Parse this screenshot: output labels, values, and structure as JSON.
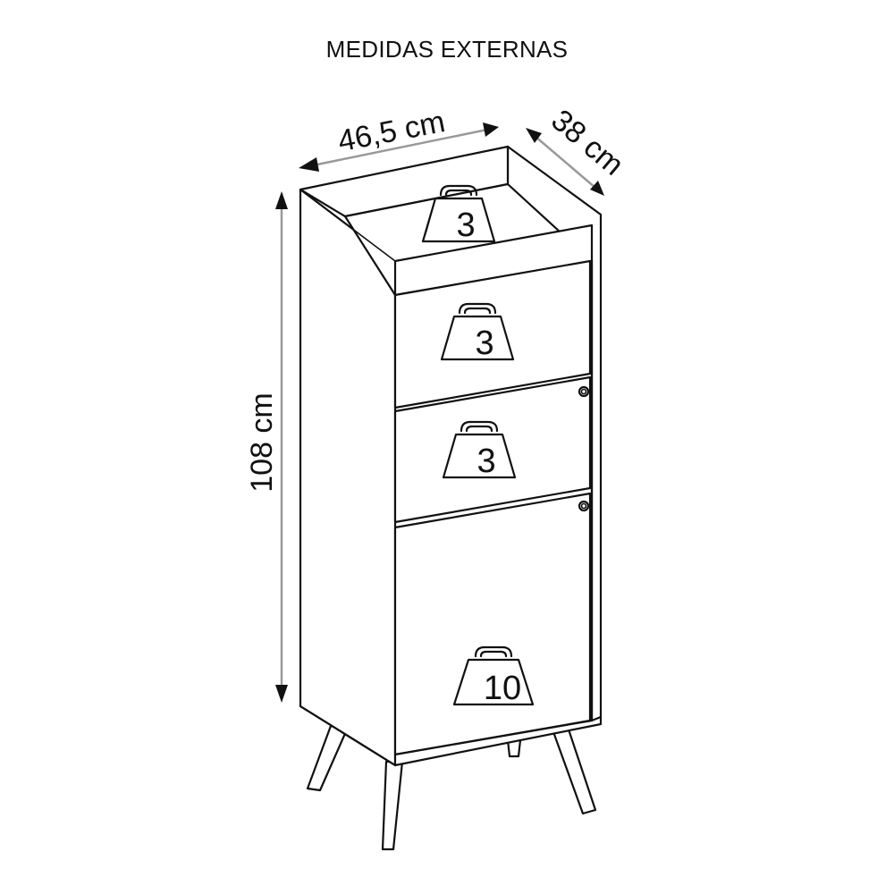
{
  "title": "MEDIDAS EXTERNAS",
  "dimensions": {
    "width": "46,5 cm",
    "depth": "38 cm",
    "height": "108 cm"
  },
  "weight_limits": {
    "top_shelf": "3",
    "drawer_upper": "3",
    "drawer_lower": "3",
    "cabinet_door": "10"
  },
  "icons": {
    "weight": "weight-icon",
    "knob": "knob-icon"
  }
}
